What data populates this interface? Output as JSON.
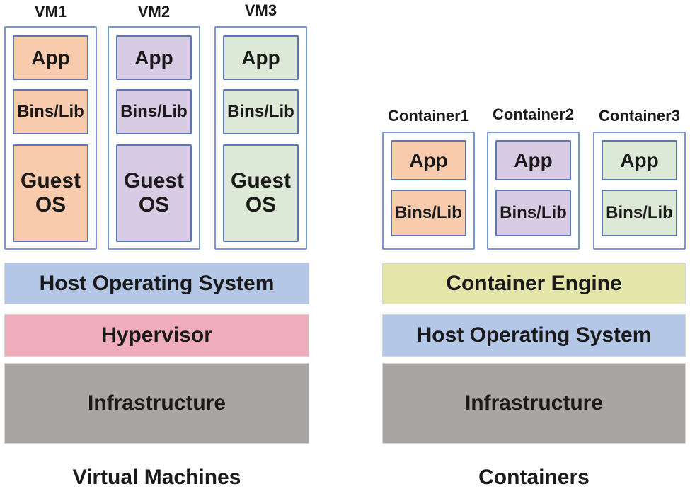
{
  "palette": {
    "c-orange": "#F8CBAD",
    "c-purple": "#D8CCE4",
    "c-green": "#DCE9D6",
    "c-blue": "#B4C7E7",
    "c-pink": "#EFADBB",
    "c-yellow": "#E4E6A9",
    "c-gray": "#A8A5A2",
    "c-inner-border": "#5B78B4",
    "c-outer-border": "#7C96CE",
    "c-bar-border": "#D6D6D6",
    "c-text": "#1A1A1A"
  },
  "vm_section": {
    "caption": "Virtual Machines",
    "vms": [
      {
        "title": "VM1",
        "color": "orange",
        "boxes": [
          "App",
          "Bins/Lib",
          "Guest OS"
        ]
      },
      {
        "title": "VM2",
        "color": "purple",
        "boxes": [
          "App",
          "Bins/Lib",
          "Guest OS"
        ]
      },
      {
        "title": "VM3",
        "color": "green",
        "boxes": [
          "App",
          "Bins/Lib",
          "Guest OS"
        ]
      }
    ],
    "layers": [
      {
        "label": "Host Operating System",
        "color": "blue"
      },
      {
        "label": "Hypervisor",
        "color": "pink"
      },
      {
        "label": "Infrastructure",
        "color": "gray"
      }
    ]
  },
  "container_section": {
    "caption": "Containers",
    "containers": [
      {
        "title": "Container1",
        "color": "orange",
        "boxes": [
          "App",
          "Bins/Lib"
        ]
      },
      {
        "title": "Container2",
        "color": "purple",
        "boxes": [
          "App",
          "Bins/Lib"
        ]
      },
      {
        "title": "Container3",
        "color": "green",
        "boxes": [
          "App",
          "Bins/Lib"
        ]
      }
    ],
    "layers": [
      {
        "label": "Container Engine",
        "color": "yellow"
      },
      {
        "label": "Host Operating System",
        "color": "blue"
      },
      {
        "label": "Infrastructure",
        "color": "gray"
      }
    ]
  }
}
